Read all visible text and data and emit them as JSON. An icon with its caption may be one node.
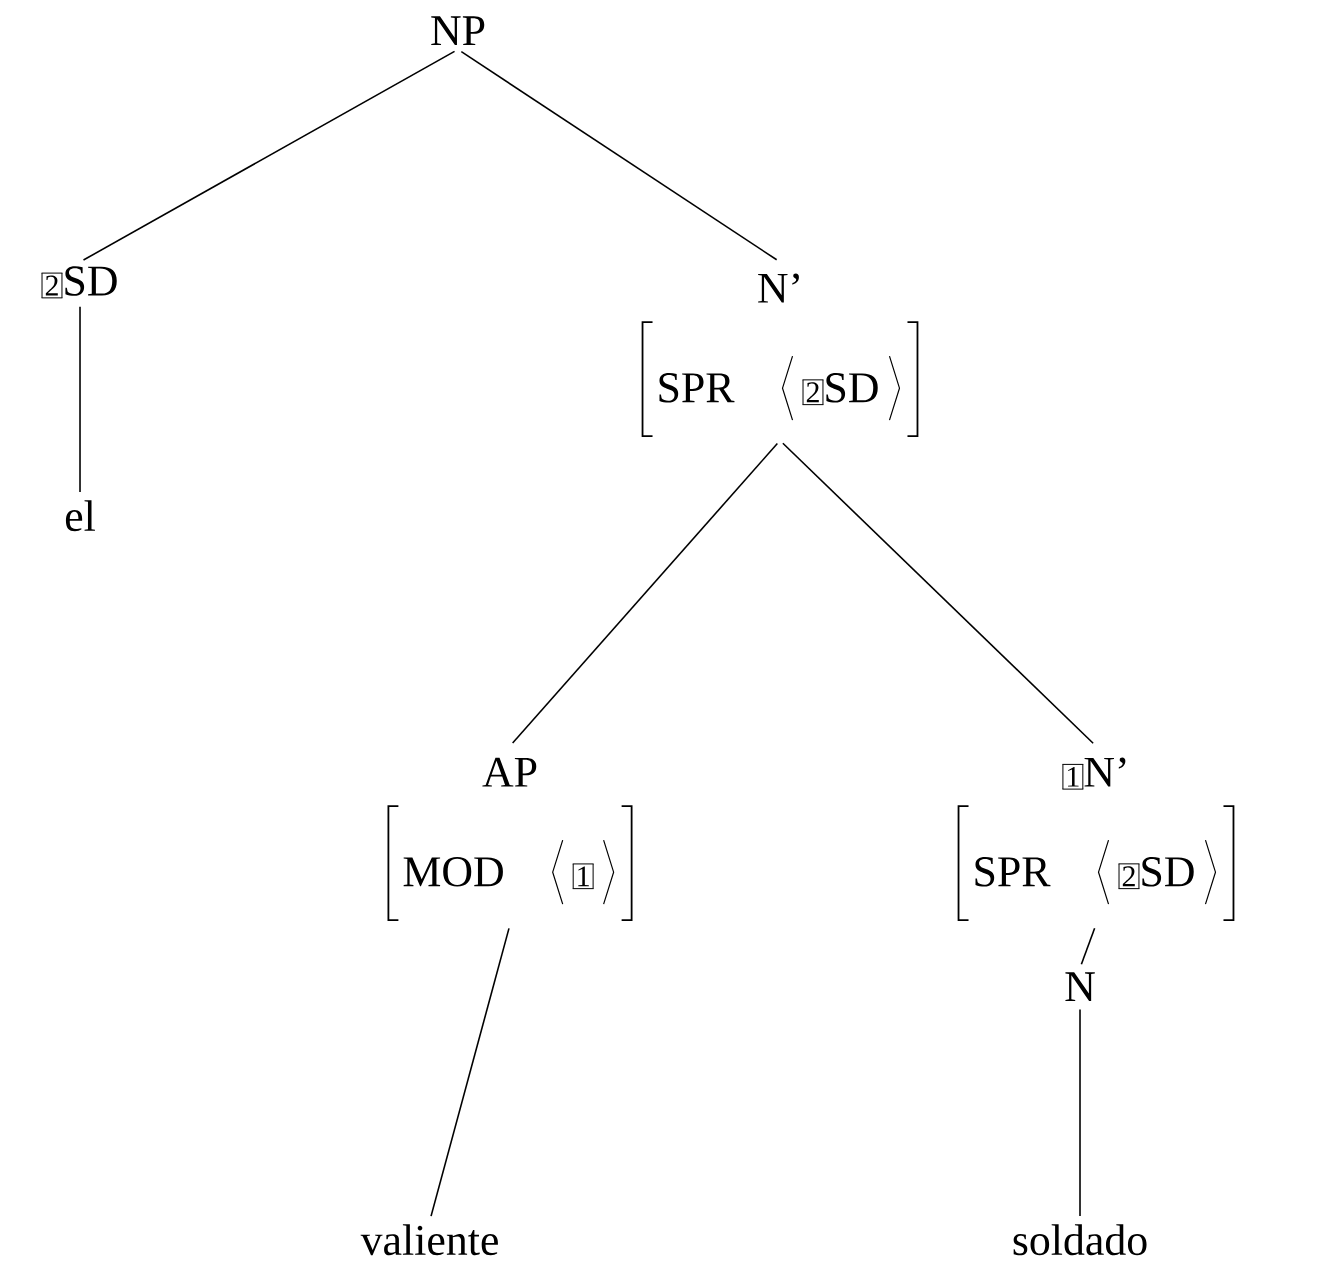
{
  "diagram": {
    "nodes": [
      {
        "text": [
          "NP"
        ]
      },
      {
        "text": [
          "2",
          "SD"
        ]
      },
      {
        "text": [
          "N’",
          "SPR",
          "2",
          "SD"
        ]
      },
      {
        "text": [
          "el"
        ]
      },
      {
        "text": [
          "AP",
          "MOD",
          "1"
        ]
      },
      {
        "text": [
          "1",
          "N’",
          "SPR",
          "2",
          "SD"
        ]
      },
      {
        "text": [
          "valiente"
        ]
      },
      {
        "text": [
          "N"
        ]
      },
      {
        "text": [
          "soldado"
        ]
      }
    ],
    "edges": [
      {
        "from": 0,
        "to": 1,
        "arrow": "none"
      },
      {
        "from": 0,
        "to": 2,
        "arrow": "none"
      },
      {
        "from": 1,
        "to": 3,
        "arrow": "none"
      },
      {
        "from": 2,
        "to": 4,
        "arrow": "none"
      },
      {
        "from": 2,
        "to": 5,
        "arrow": "none"
      },
      {
        "from": 4,
        "to": 6,
        "arrow": "none"
      },
      {
        "from": 5,
        "to": 7,
        "arrow": "none"
      },
      {
        "from": 7,
        "to": 8,
        "arrow": "none"
      }
    ]
  }
}
